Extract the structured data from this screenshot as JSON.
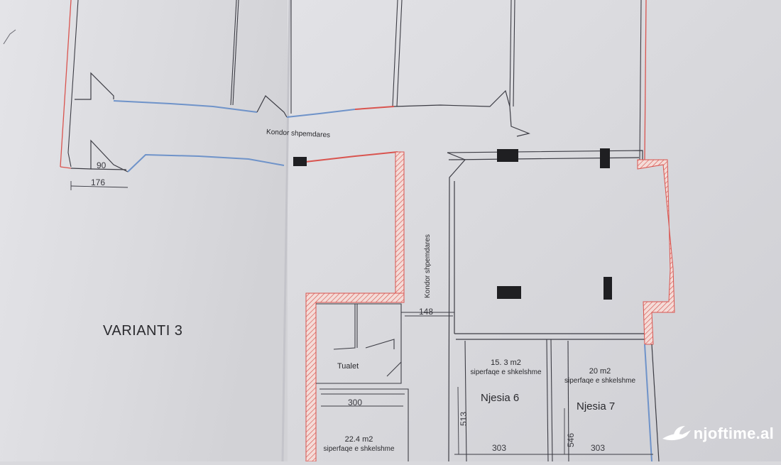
{
  "drawing": {
    "variant_title": "VARIANTI 3",
    "corridor_label_top": "Kondor shpemdares",
    "corridor_label_side": "Kondor shpemdares",
    "toilet_label": "Tualet",
    "dims": {
      "d90": "90",
      "d176": "176",
      "d148": "148",
      "d300": "300",
      "d513": "513",
      "d303a": "303",
      "d546": "546",
      "d303b": "303"
    },
    "units": [
      {
        "area": "15. 3 m2",
        "area_note": "siperfaqe e shkelshme",
        "name": "Njesia 6"
      },
      {
        "area": "20 m2",
        "area_note": "siperfaqe e shkelshme",
        "name": "Njesia 7"
      },
      {
        "area": "22.4 m2",
        "area_note": "siperfaqe e shkelshme"
      }
    ]
  },
  "watermark": {
    "text": "njoftime.al",
    "icon": "bird-logo-icon"
  },
  "colors": {
    "paper": "#dcdce0",
    "wall_red": "#d9544f",
    "wall_blue": "#6f93c9",
    "wall_dark": "#3c3c44",
    "column": "#1f1f22"
  }
}
